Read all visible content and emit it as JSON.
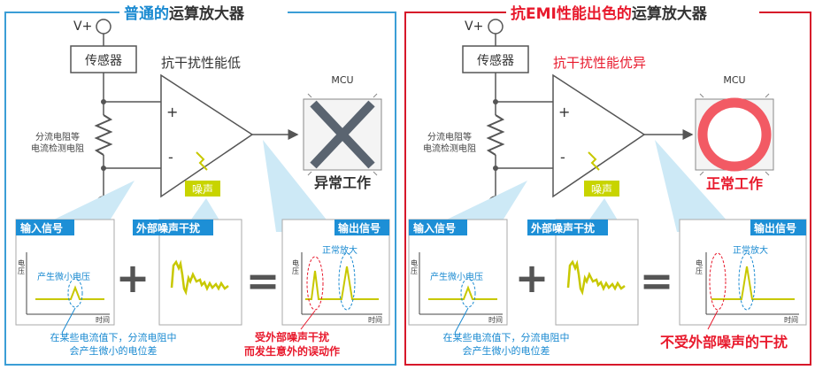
{
  "left": {
    "title_prefix": "普通的",
    "title_suffix": "运算放大器",
    "vplus": "V+",
    "sensor": "传感器",
    "shunt_line1": "分流电阻等",
    "shunt_line2": "电流检测电阻",
    "plus": "+",
    "minus": "-",
    "performance": "抗干扰性能低",
    "noise": "噪声",
    "mcu": "MCU",
    "mcu_status": "异常工作",
    "panel_input": "输入信号",
    "panel_noise": "外部噪声干扰",
    "panel_output": "输出信号",
    "axis_y": "电压",
    "axis_x": "时间",
    "small_voltage": "产生微小电压",
    "normal_amp": "正常放大",
    "note_line1": "在某些电流值下，分流电阻中",
    "note_line2": "会产生微小的电位差",
    "conclusion_line1": "受外部噪声干扰",
    "conclusion_line2": "而发生意外的误动作"
  },
  "right": {
    "title_prefix": "抗EMI性能出色的",
    "title_suffix": "运算放大器",
    "vplus": "V+",
    "sensor": "传感器",
    "shunt_line1": "分流电阻等",
    "shunt_line2": "电流检测电阻",
    "plus": "+",
    "minus": "-",
    "performance": "抗干扰性能优异",
    "noise": "噪声",
    "mcu": "MCU",
    "mcu_status": "正常工作",
    "panel_input": "输入信号",
    "panel_noise": "外部噪声干扰",
    "panel_output": "输出信号",
    "axis_y": "电压",
    "axis_x": "时间",
    "small_voltage": "产生微小电压",
    "normal_amp": "正常放大",
    "note_line1": "在某些电流值下，分流电阻中",
    "note_line2": "会产生微小的电位差",
    "conclusion": "不受外部噪声的干扰"
  },
  "operators": {
    "plus": "+",
    "equals": "="
  },
  "colors": {
    "left_frame": "#3b9ed6",
    "right_frame": "#d7182a",
    "left_title_accent": "#1a8ad1",
    "right_title_accent": "#e8192c",
    "panel_header": "#1d8fd6",
    "callout_fill": "#cde9f6",
    "signal_yellow": "#c8c800",
    "ok_ring": "#f25a64",
    "fail_x": "#5a6470",
    "wire": "#555555"
  }
}
